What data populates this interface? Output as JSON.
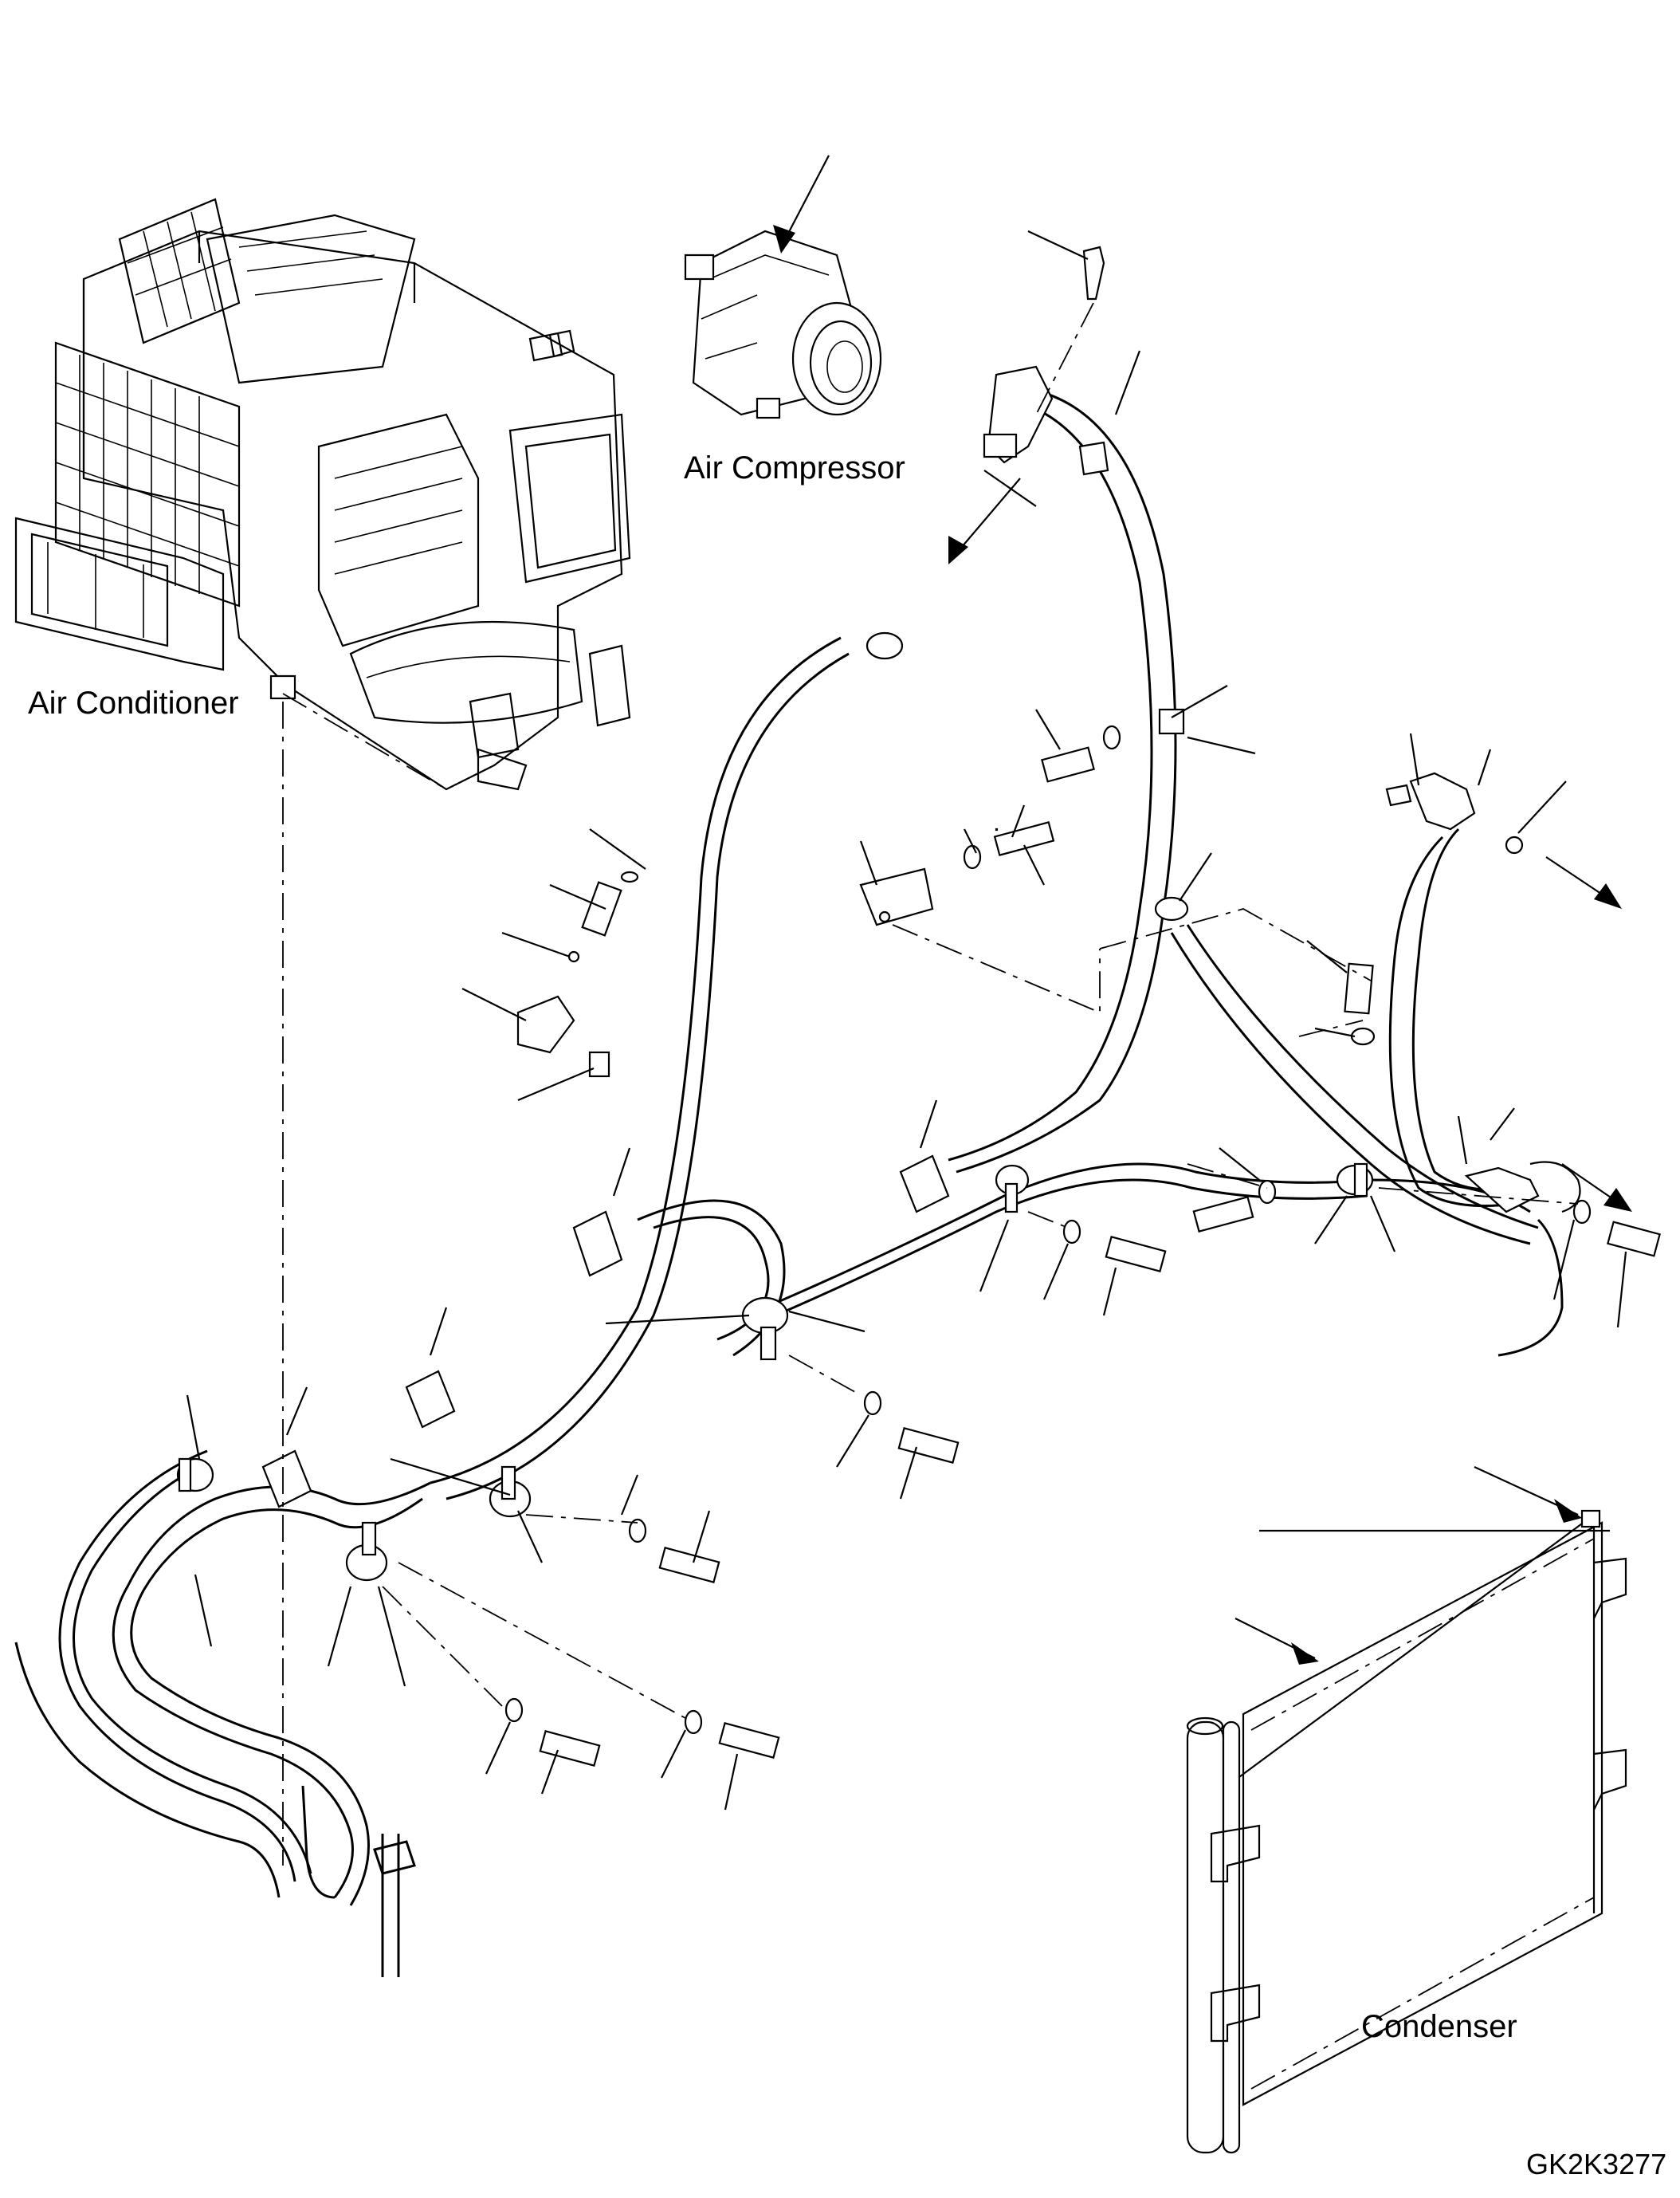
{
  "labels": {
    "air_conditioner": "Air Conditioner",
    "air_compressor": "Air Compressor",
    "condenser": "Condenser",
    "drawing_code": "GK2K3277"
  }
}
